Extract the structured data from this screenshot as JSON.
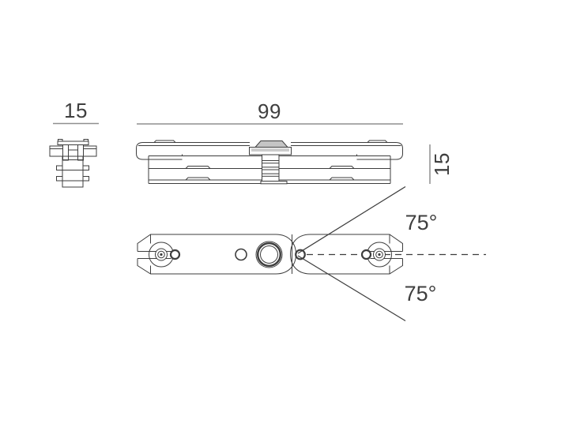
{
  "drawing": {
    "type": "technical-dimension-drawing",
    "dimensions": {
      "end_view_width": "15",
      "body_length": "99",
      "body_height": "15",
      "angle_upper": "75°",
      "angle_lower": "75°"
    },
    "colors": {
      "outline": "#3d3d3d",
      "dim_line": "#8f8f8f",
      "dim_text": "#3f3f3f",
      "bump_fill": "#c4c4c4",
      "background": "#ffffff"
    },
    "views": {
      "end_view": "left-side-end-view",
      "elevation_view": "front-elevation-view",
      "plan_view": "top-plan-view-with-pivot-angles"
    }
  }
}
